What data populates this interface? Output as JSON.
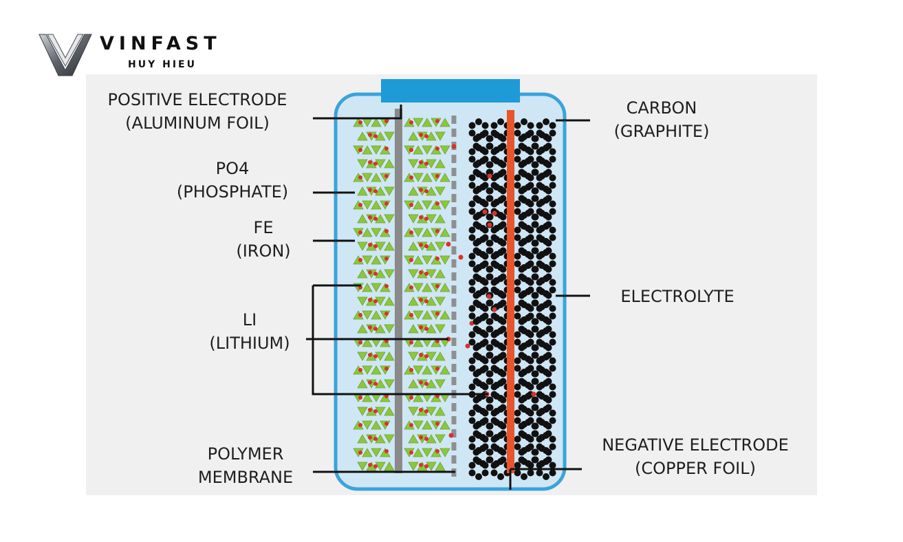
{
  "brand": {
    "name": "VINFAST",
    "tagline": "HUY HIEU"
  },
  "labels": {
    "positive_electrode": {
      "line1": "POSITIVE ELECTRODE",
      "line2": "(ALUMINUM FOIL)"
    },
    "phosphate": {
      "line1": "PO4",
      "line2": "(PHOSPHATE)"
    },
    "iron": {
      "line1": "FE",
      "line2": "(IRON)"
    },
    "lithium": {
      "line1": "LI",
      "line2": "(LITHIUM)"
    },
    "polymer_membrane": {
      "line1": "POLYMER",
      "line2": "MEMBRANE"
    },
    "carbon": {
      "line1": "CARBON",
      "line2": "(GRAPHITE)"
    },
    "electrolyte": {
      "line1": "ELECTROLYTE"
    },
    "negative_electrode": {
      "line1": "NEGATIVE ELECTRODE",
      "line2": "(COPPER FOIL)"
    }
  },
  "colors": {
    "cell_body": "#cfe6f5",
    "cell_border": "#3aa3dc",
    "terminal": "#1e9ad6",
    "aluminum_foil": "#8a8a8a",
    "copper_foil": "#e8542b",
    "phosphate": "#8cc63f",
    "lithium": "#d9322a",
    "graphite": "#111111",
    "membrane": "#8f8f8f"
  }
}
